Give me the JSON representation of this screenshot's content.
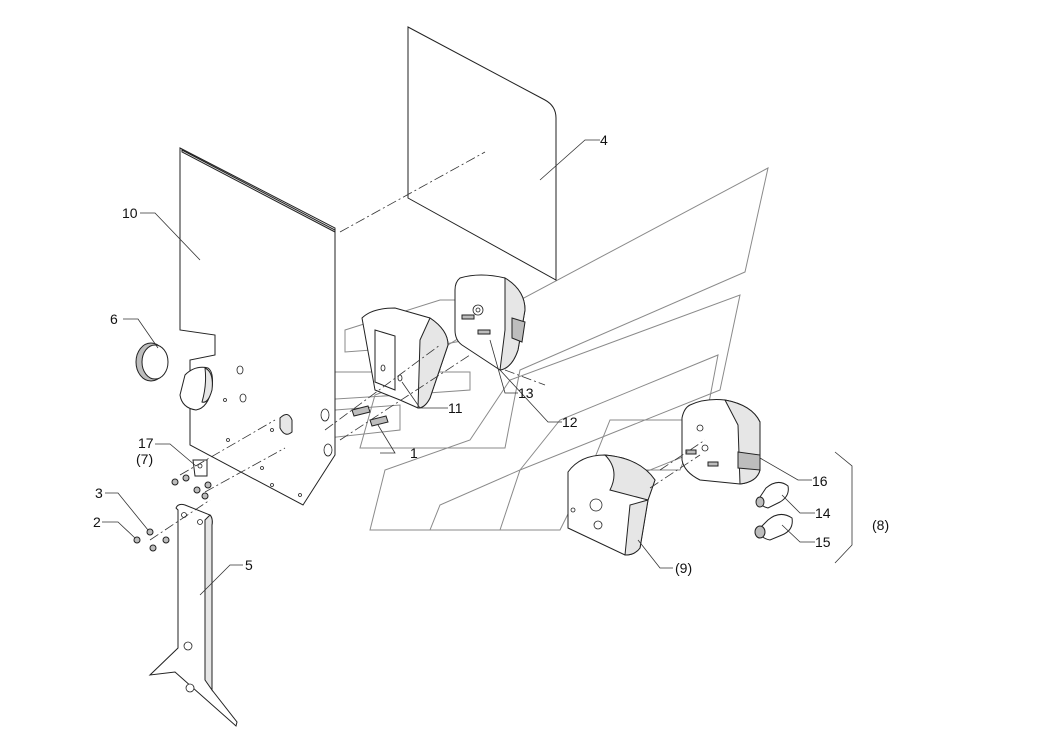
{
  "callouts": [
    {
      "id": "c4",
      "text": "4"
    },
    {
      "id": "c10",
      "text": "10"
    },
    {
      "id": "c6",
      "text": "6"
    },
    {
      "id": "c11",
      "text": "11"
    },
    {
      "id": "c13",
      "text": "13"
    },
    {
      "id": "c12",
      "text": "12"
    },
    {
      "id": "c1",
      "text": "1"
    },
    {
      "id": "c17",
      "text": "17"
    },
    {
      "id": "c7",
      "text": "(7)"
    },
    {
      "id": "c3",
      "text": "3"
    },
    {
      "id": "c2",
      "text": "2"
    },
    {
      "id": "c5",
      "text": "5"
    },
    {
      "id": "c16",
      "text": "16"
    },
    {
      "id": "c14",
      "text": "14"
    },
    {
      "id": "c15",
      "text": "15"
    },
    {
      "id": "c8",
      "text": "(8)"
    },
    {
      "id": "c9",
      "text": "(9)"
    }
  ]
}
